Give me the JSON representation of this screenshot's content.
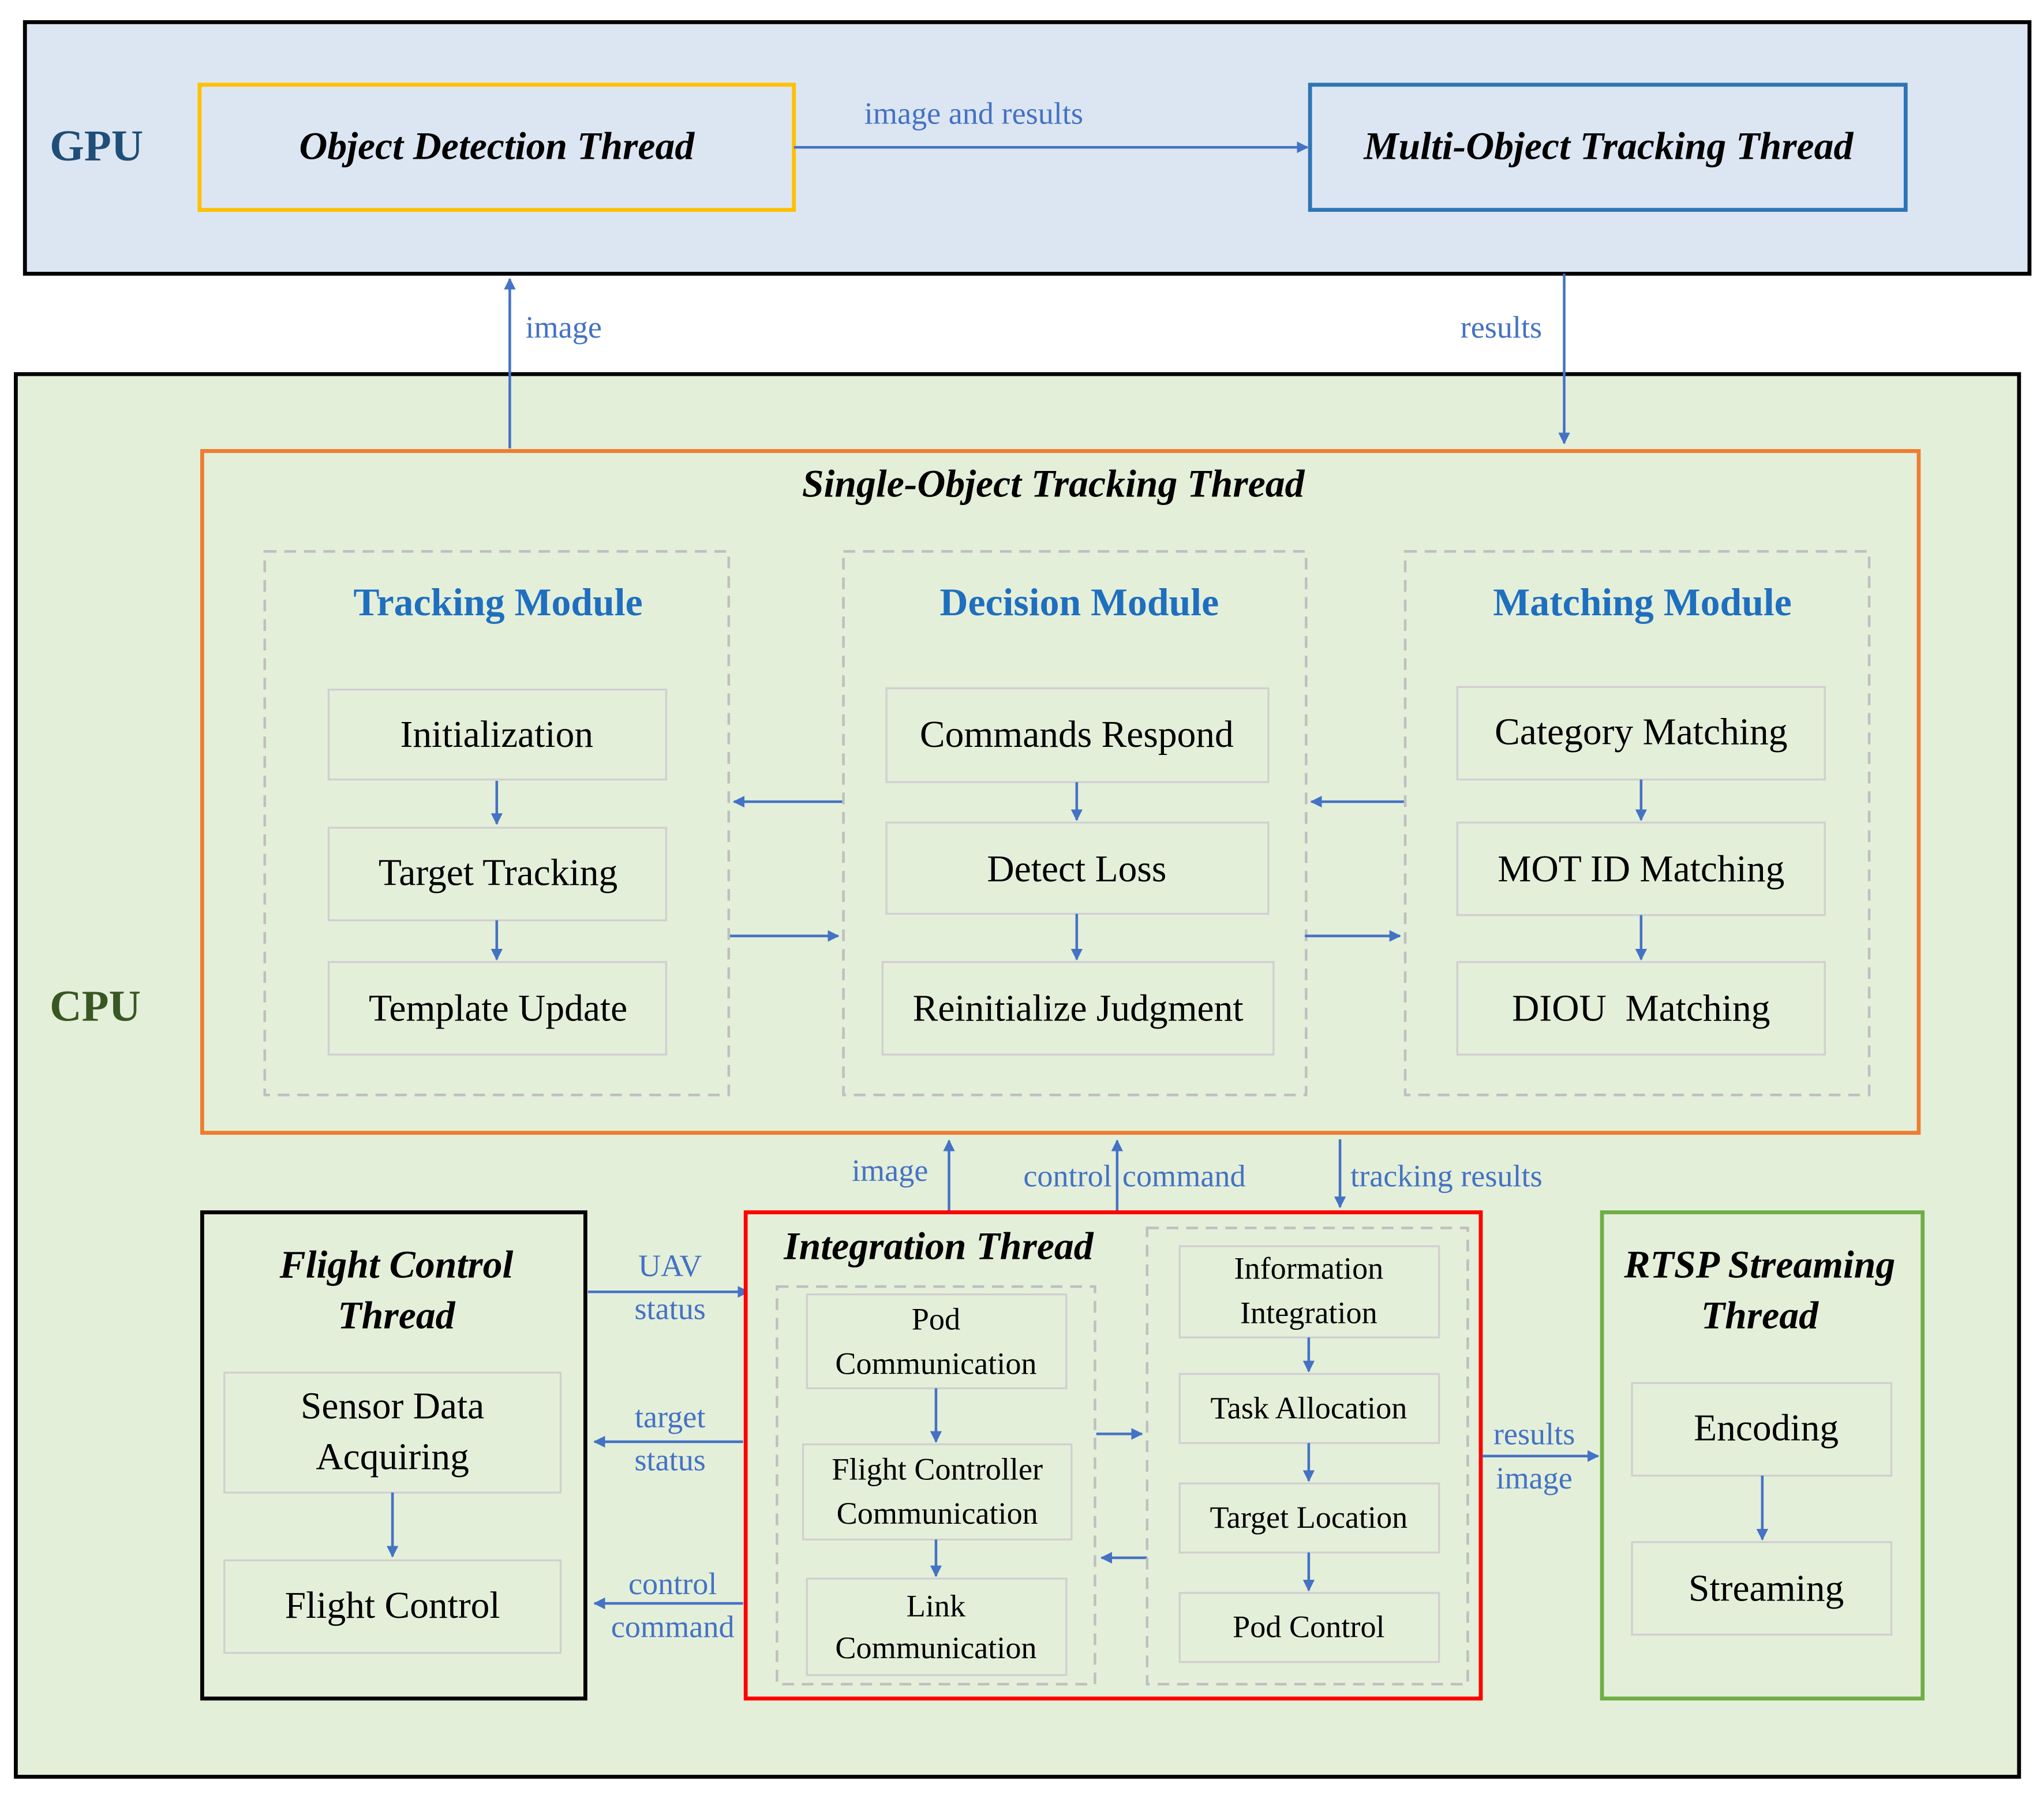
{
  "regions": {
    "gpu_label": "GPU",
    "cpu_label": "CPU"
  },
  "gpu": {
    "object_detection": "Object Detection Thread",
    "multi_object_tracking": "Multi-Object Tracking Thread",
    "image_and_results": "image and results"
  },
  "links": {
    "image_up": "image",
    "results_down": "results",
    "image_int": "image",
    "control": "control",
    "command": "command",
    "tracking_results": "tracking results",
    "uav": "UAV",
    "uav_status": "status",
    "target": "target",
    "target_status": "status",
    "fc_control": "control",
    "fc_command": "command",
    "rtsp_results": "results",
    "rtsp_image": "image"
  },
  "sot": {
    "title": "Single-Object Tracking Thread",
    "tracking_module": {
      "title": "Tracking Module",
      "steps": [
        "Initialization",
        "Target Tracking",
        "Template Update"
      ]
    },
    "decision_module": {
      "title": "Decision Module",
      "steps": [
        "Commands Respond",
        "Detect Loss",
        "Reinitialize Judgment"
      ]
    },
    "matching_module": {
      "title": "Matching Module",
      "steps": [
        "Category Matching",
        "MOT ID Matching",
        "DIOU  Matching"
      ]
    }
  },
  "flight": {
    "title_line1": "Flight Control",
    "title_line2": "Thread",
    "sensor_line1": "Sensor Data",
    "sensor_line2": "Acquiring",
    "flight_control": "Flight Control"
  },
  "integration": {
    "title": "Integration Thread",
    "pod_comm_line1": "Pod",
    "pod_comm_line2": "Communication",
    "fc_comm_line1": "Flight Controller",
    "fc_comm_line2": "Communication",
    "link_comm_line1": "Link",
    "link_comm_line2": "Communication",
    "info_line1": "Information",
    "info_line2": "Integration",
    "task_allocation": "Task Allocation",
    "target_location": "Target Location",
    "pod_control": "Pod Control"
  },
  "rtsp": {
    "title_line1": "RTSP Streaming",
    "title_line2": "Thread",
    "encoding": "Encoding",
    "streaming": "Streaming"
  },
  "colors": {
    "gpu_fill": "#dce6f2",
    "cpu_fill": "#e4efda",
    "arrow_blue": "#4472c4",
    "module_title_blue": "#1f6fbf",
    "gpu_text": "#1f4e79",
    "cpu_text": "#385723",
    "detection_border": "#ffc000",
    "tracking_border": "#2e75b6",
    "sot_border": "#ed7d31",
    "integration_border": "#ff0000",
    "rtsp_border": "#70ad47",
    "dashed_gray": "#bfbfbf"
  }
}
